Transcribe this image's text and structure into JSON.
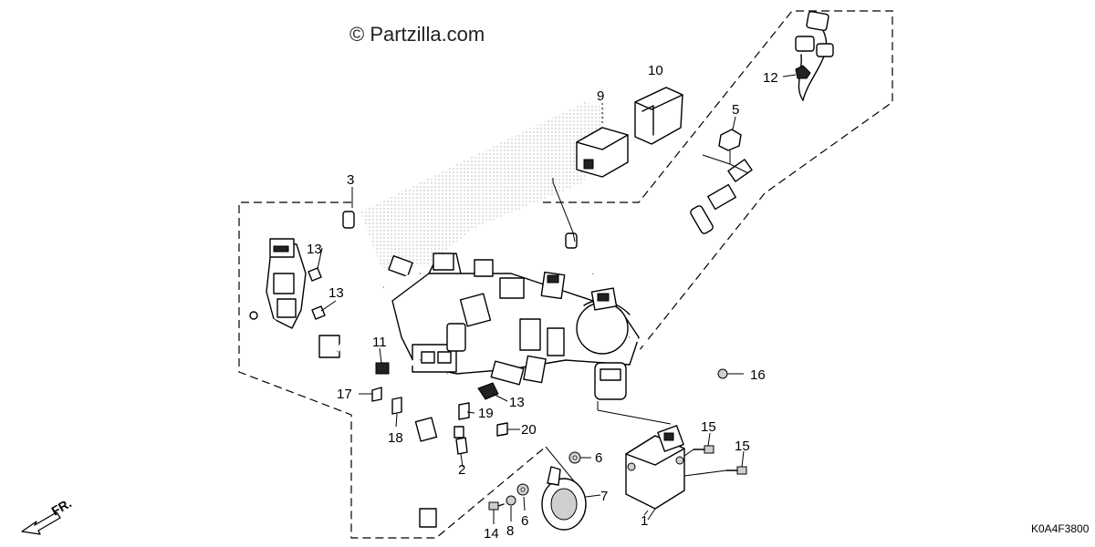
{
  "watermark": "© Partzilla.com",
  "diagram_code": "K0A4F3800",
  "direction_label": "FR.",
  "callouts": [
    "1",
    "2",
    "3",
    "5",
    "6",
    "6",
    "7",
    "8",
    "9",
    "10",
    "11",
    "12",
    "13",
    "13",
    "13",
    "14",
    "15",
    "15",
    "16",
    "17",
    "18",
    "19",
    "20"
  ]
}
